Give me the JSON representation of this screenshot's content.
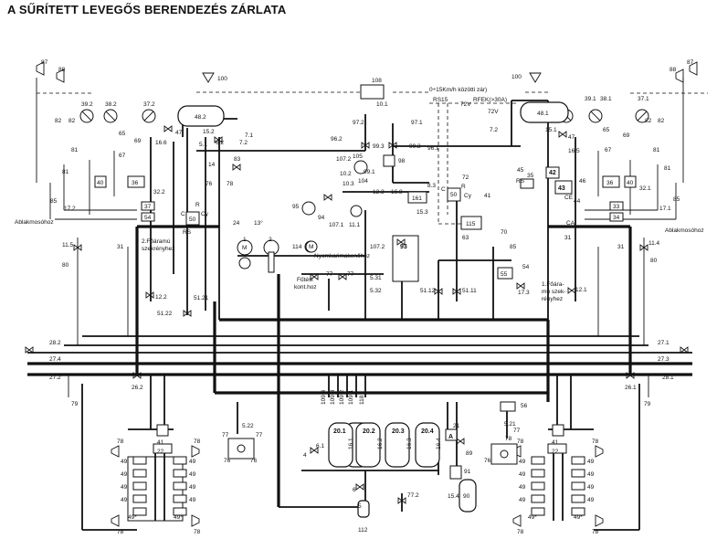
{
  "title": "A SŰRÍTETT LEVEGŐS BERENDEZÉS ZÁRLATA",
  "labels": {
    "l87a": "87",
    "l88a": "88",
    "l88b": "88",
    "l87b": "87",
    "l100a": "100",
    "l100b": "100",
    "l108": "108",
    "l101": "10.1",
    "l392": "39.2",
    "l382": "38.2",
    "l372": "37.2",
    "l482": "48.2",
    "l152": "15.2",
    "l391": "39.1",
    "l381": "38.1",
    "l371": "37.1",
    "l481": "48.1",
    "l151": "15.1",
    "l47a": "47",
    "l166": "16.6",
    "l62": "6.2",
    "l72top": "7.2",
    "l71": "7.1",
    "l51": "5.1",
    "l82a": "82",
    "l82b": "82",
    "l82c": "82",
    "l82d": "82",
    "l81a": "81",
    "l81b": "81",
    "l81c": "81",
    "l81d": "81",
    "l65a": "65",
    "l69a": "69",
    "l67a": "67",
    "l65b": "65",
    "l69b": "69",
    "l67b": "67",
    "l40a": "40",
    "l40b": "40",
    "l36a": "36",
    "l36b": "36",
    "l322": "32.2",
    "l321": "32.1",
    "l37": "37",
    "l54a": "54",
    "l33": "33",
    "l34": "34",
    "l85a": "85",
    "l85b": "85",
    "l172": "17.2",
    "l171": "17.1",
    "ablak1": "Ablakmosóhoz",
    "ablak2": "Ablakmosóhoz",
    "l115a": "11.5",
    "l114": "11.4",
    "l80a": "80",
    "l80b": "80",
    "l31a": "31",
    "l31b": "31",
    "l31c": "31",
    "foaramu2": "2.Főáramú",
    "szekreny2": "szekrényhez",
    "foaramu1a": "1.Főára-",
    "foaramu1b": "mú szek-",
    "foaramu1c": "rényhez",
    "l122": "12.2",
    "l121": "12.1",
    "l5122": "51.22",
    "l5121": "51.21",
    "l5112": "51.12",
    "l5111": "51.11",
    "l83": "83",
    "l14": "14",
    "l76a": "76",
    "l78a": "78",
    "l24": "24",
    "l13": "13°",
    "l50a": "50",
    "l50b": "50",
    "lC1": "C",
    "lR1": "R",
    "lCy1": "Cy",
    "lRS1": "RS",
    "lC2": "C",
    "lR2": "R",
    "lCy2": "Cy",
    "l1": "1",
    "l2": "2",
    "lM1": "M",
    "lM2": "M",
    "l95": "95",
    "l94": "94",
    "l1071": "107.1",
    "l111": "11.1",
    "l114m": "114",
    "nyomkar": "Nyomkarimakenőhöz",
    "futesi1": "Fűtési",
    "futesi2": "kont.hoz",
    "l77a": "77",
    "l77b": "77",
    "l531": "5.31",
    "l532": "5.32",
    "l93": "93",
    "l1072b": "107.2",
    "l972": "97.2",
    "l962": "96.2",
    "l993": "99.3",
    "l992": "99.2",
    "l971": "97.1",
    "l961": "96.1",
    "l98": "98",
    "l1072": "107.2",
    "l105": "105",
    "l991": "99.1",
    "l102": "10.2",
    "l103": "10.3",
    "l104": "104",
    "l123": "12.3",
    "l168": "16.8",
    "l161": "161",
    "l83b": "8.3",
    "l153": "15.3",
    "speed": "0÷15Km/h közötti zár)",
    "rs15": "RS15",
    "v72a": "72V",
    "v72b": "72V",
    "rfek": "RFEK(>30A)",
    "l72b": "7.2",
    "l72c": "72",
    "l41": "41",
    "l45": "45",
    "l42": "42",
    "l43": "43",
    "l44": "44",
    "l46": "46",
    "l35": "35",
    "lRS2": "RS",
    "lCE": "CE",
    "lCA": "CA",
    "l115b": "115",
    "l63": "63",
    "l70": "70",
    "l85c": "85",
    "l55": "55",
    "l54b": "54",
    "l173": "17.3",
    "l47b": "47",
    "l165": "16.5",
    "l282": "28.2",
    "l274": "27.4",
    "l272": "27.2",
    "l271": "27.1",
    "l273": "27.3",
    "l281": "28.1",
    "l79a": "79",
    "l79b": "79",
    "l262": "26.2",
    "l261": "26.1",
    "l1094": "109.4",
    "l1093": "109.3",
    "l1092": "109.2",
    "l1091": "109.1",
    "l118": "118",
    "l56": "56",
    "l521a": "5.21",
    "l77c": "77",
    "l41a": "41",
    "l22a": "22",
    "l41b": "41",
    "l22b": "22",
    "l522": "5.22",
    "l77d": "77",
    "l77e": "77",
    "l76b": "76",
    "l76c": "76",
    "l76d": "76",
    "l78b": "78",
    "l201": "20.1",
    "l202": "20.2",
    "l203": "20.3",
    "l204": "20.4",
    "l161b": "16.1",
    "l162": "16.2",
    "l163": "16.3",
    "l164": "16.4",
    "l21": "21",
    "lA": "A",
    "l89": "89",
    "l91": "91",
    "l90": "90",
    "l154": "15.4",
    "l4": "4",
    "l61": "6.1",
    "l6": "6",
    "l772": "77.2",
    "l112": "112",
    "l5": "5",
    "l49": "49",
    "l78": "78",
    "l49s": "49*"
  },
  "colors": {
    "line": "#111111",
    "background": "#ffffff"
  }
}
